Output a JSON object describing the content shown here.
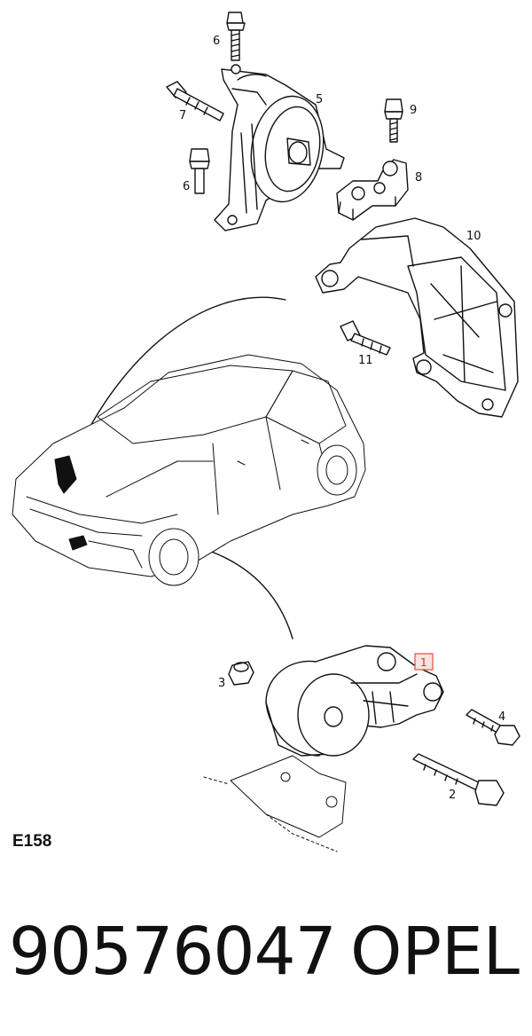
{
  "diagram": {
    "reference_code": "E158",
    "callouts": [
      {
        "id": "6a",
        "label": "6"
      },
      {
        "id": "5",
        "label": "5"
      },
      {
        "id": "7",
        "label": "7"
      },
      {
        "id": "9",
        "label": "9"
      },
      {
        "id": "6b",
        "label": "6"
      },
      {
        "id": "8",
        "label": "8"
      },
      {
        "id": "10",
        "label": "10"
      },
      {
        "id": "11",
        "label": "11"
      },
      {
        "id": "1",
        "label": "1",
        "highlighted": true
      },
      {
        "id": "3",
        "label": "3"
      },
      {
        "id": "4",
        "label": "4"
      },
      {
        "id": "2",
        "label": "2"
      }
    ],
    "highlight_color": "#e74c3c"
  },
  "footer": {
    "part_number": "90576047",
    "brand": "OPEL"
  }
}
